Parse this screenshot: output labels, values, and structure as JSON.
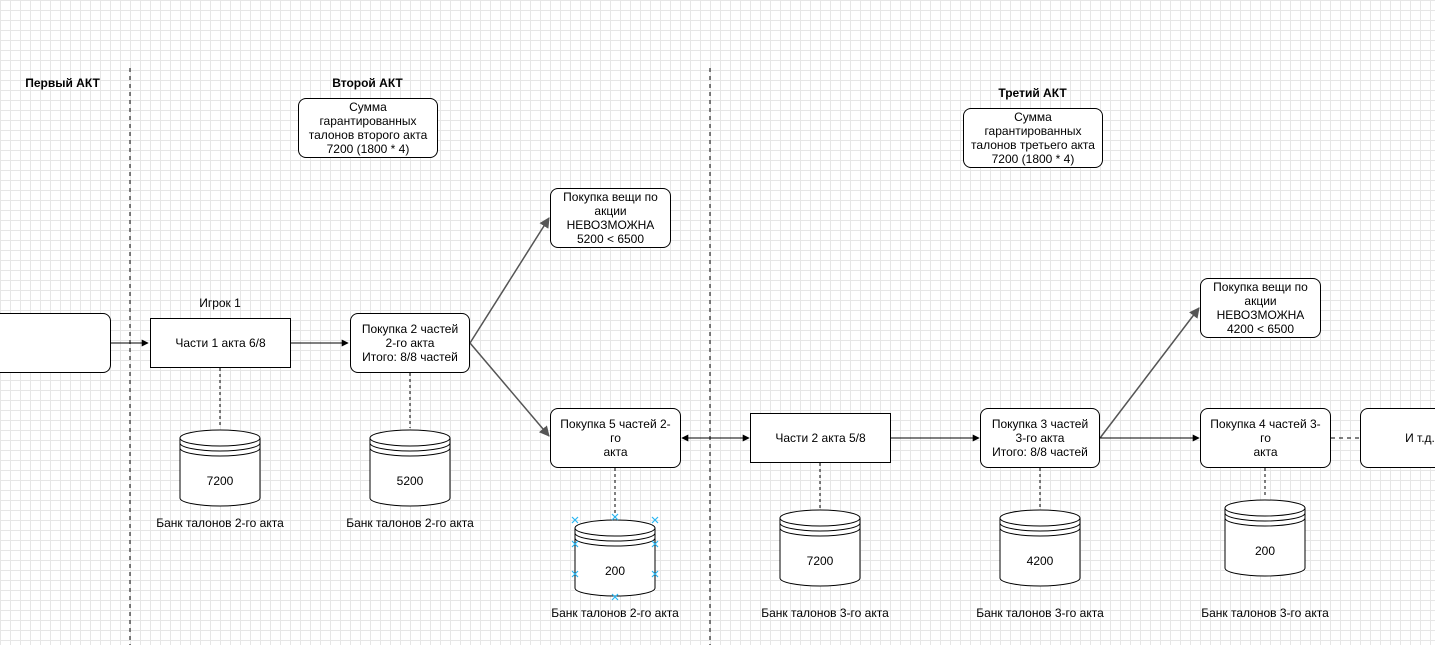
{
  "acts": {
    "first": "Первый АКТ",
    "second": "Второй АКТ",
    "third": "Третий АКТ"
  },
  "notes": {
    "sum_second": "Сумма\nгарантированных\nталонов второго акта\n7200 (1800 * 4)",
    "sum_third": "Сумма\nгарантированных\nталонов третьего акта\n7200 (1800 * 4)"
  },
  "player_label": "Игрок 1",
  "nodes": {
    "parts_act1": "Части 1 акта 6/8",
    "buy2parts": "Покупка 2 частей\n2-го акта\nИтого: 8/8 частей",
    "impossible1": "Покупка вещи по\nакции\nНЕВОЗМОЖНА\n5200 < 6500",
    "buy5parts": "Покупка 5 частей 2-го\nакта",
    "parts_act2": "Части 2 акта 5/8",
    "buy3parts": "Покупка 3 частей\n3-го акта\nИтого: 8/8 частей",
    "impossible2": "Покупка вещи по\nакции\nНЕВОЗМОЖНА\n4200 < 6500",
    "buy4parts": "Покупка 4 частей 3-го\nакта",
    "etc": "И т.д."
  },
  "banks": {
    "b1": {
      "value": "7200",
      "label": "Банк талонов 2-го акта"
    },
    "b2": {
      "value": "5200",
      "label": "Банк талонов 2-го акта"
    },
    "b3": {
      "value": "200",
      "label": "Банк талонов 2-го акта"
    },
    "b4": {
      "value": "7200",
      "label": "Банк талонов 3-го акта"
    },
    "b5": {
      "value": "4200",
      "label": "Банк талонов 3-го акта"
    },
    "b6": {
      "value": "200",
      "label": "Банк талонов 3-го акта"
    }
  },
  "colors": {
    "line": "#000000",
    "arrow_gray": "#555555",
    "selection": "#29b6f2"
  }
}
